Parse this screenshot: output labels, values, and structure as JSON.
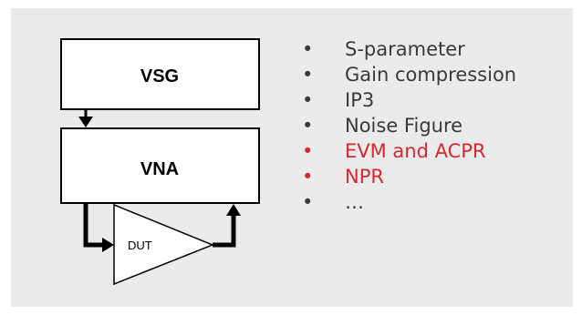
{
  "blocks": {
    "vsg_label": "VSG",
    "vna_label": "VNA",
    "dut_label": "DUT"
  },
  "colors": {
    "default_text": "#3a3a3a",
    "highlight_text": "#d9282f",
    "background": "#ebebeb"
  },
  "bullets": [
    {
      "text": "S-parameter",
      "highlight": false
    },
    {
      "text": "Gain compression",
      "highlight": false
    },
    {
      "text": "IP3",
      "highlight": false
    },
    {
      "text": "Noise Figure",
      "highlight": false
    },
    {
      "text": "EVM and ACPR",
      "highlight": true
    },
    {
      "text": "NPR",
      "highlight": true
    },
    {
      "text": "…",
      "highlight": false
    }
  ]
}
